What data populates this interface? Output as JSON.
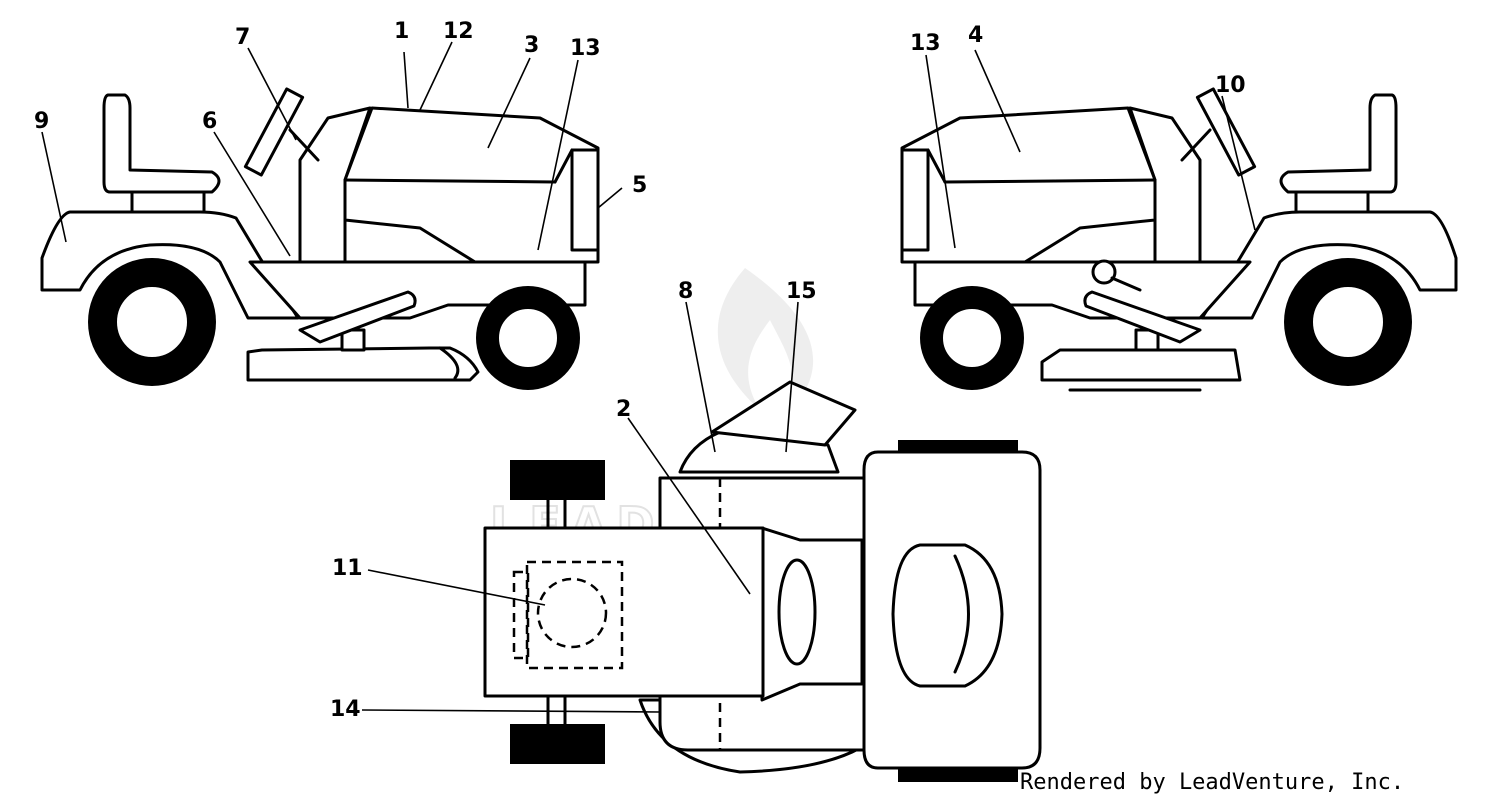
{
  "diagram": {
    "callouts": {
      "c1": "1",
      "c2": "2",
      "c3": "3",
      "c4": "4",
      "c5": "5",
      "c6": "6",
      "c7": "7",
      "c8": "8",
      "c9": "9",
      "c10": "10",
      "c11": "11",
      "c12": "12",
      "c13_left": "13",
      "c13_right": "13",
      "c14": "14",
      "c15": "15"
    },
    "watermark": "LEADVENTURE",
    "credit": "Rendered by LeadVenture, Inc."
  }
}
